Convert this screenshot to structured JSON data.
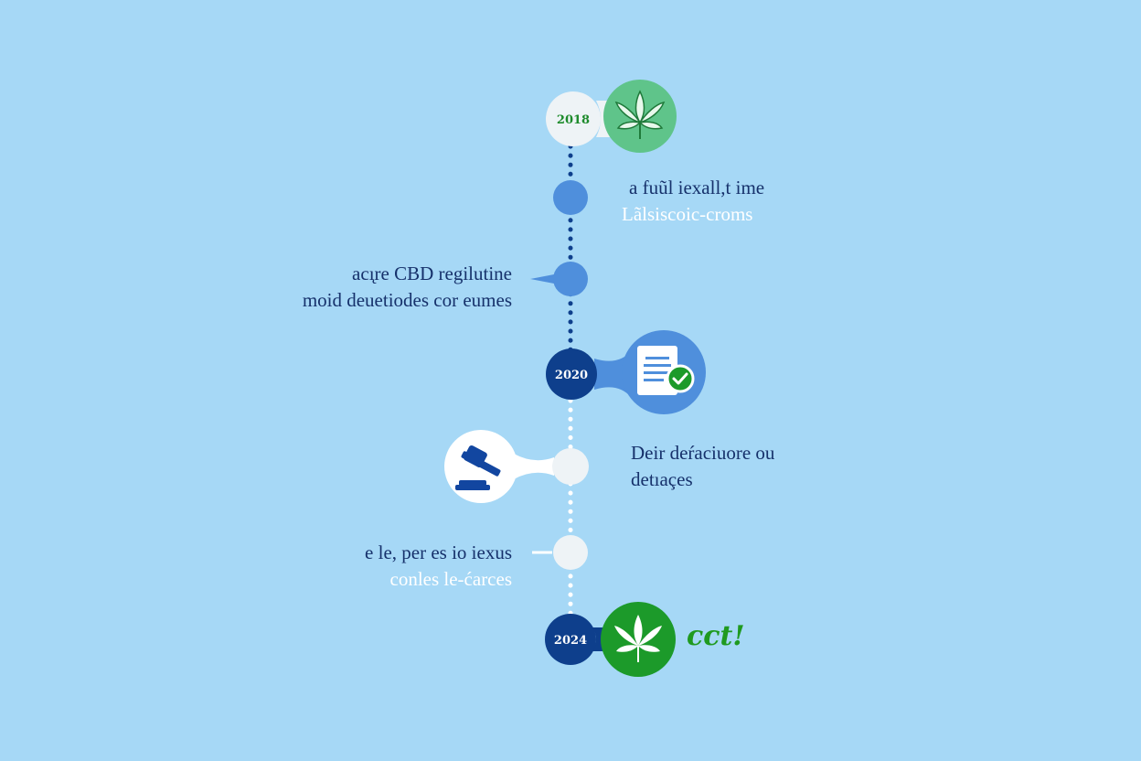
{
  "colors": {
    "background": "#a6d8f6",
    "dark_navy": "#0e3f8c",
    "mid_blue": "#4f8fdc",
    "pale": "#eef3f6",
    "green_soft": "#5fc48a",
    "green_strong": "#1c9a2a",
    "text_dark": "#16316b",
    "text_light": "#ffffff"
  },
  "timeline": {
    "years": [
      {
        "label": "2018",
        "icon": "cannabis-leaf-icon"
      },
      {
        "label": "2020",
        "icon": "document-check-icon"
      },
      {
        "label": "2024",
        "icon": "cannabis-leaf-icon"
      }
    ],
    "milestone_icon": "gavel-icon",
    "labels": [
      {
        "line1": "a fuũl iexall,t ime",
        "line2": "Lãlsiscoic-croms"
      },
      {
        "line1": "acı̨re CBD regilutine",
        "line2": "moid deuetiodes cor eumes"
      },
      {
        "line1": "Deir deŕaciuore ou",
        "line2": "detıaçes"
      },
      {
        "line1": "e le, per es io iexus",
        "line2": "conles le-ćarces"
      }
    ],
    "final_word": "cct!"
  }
}
